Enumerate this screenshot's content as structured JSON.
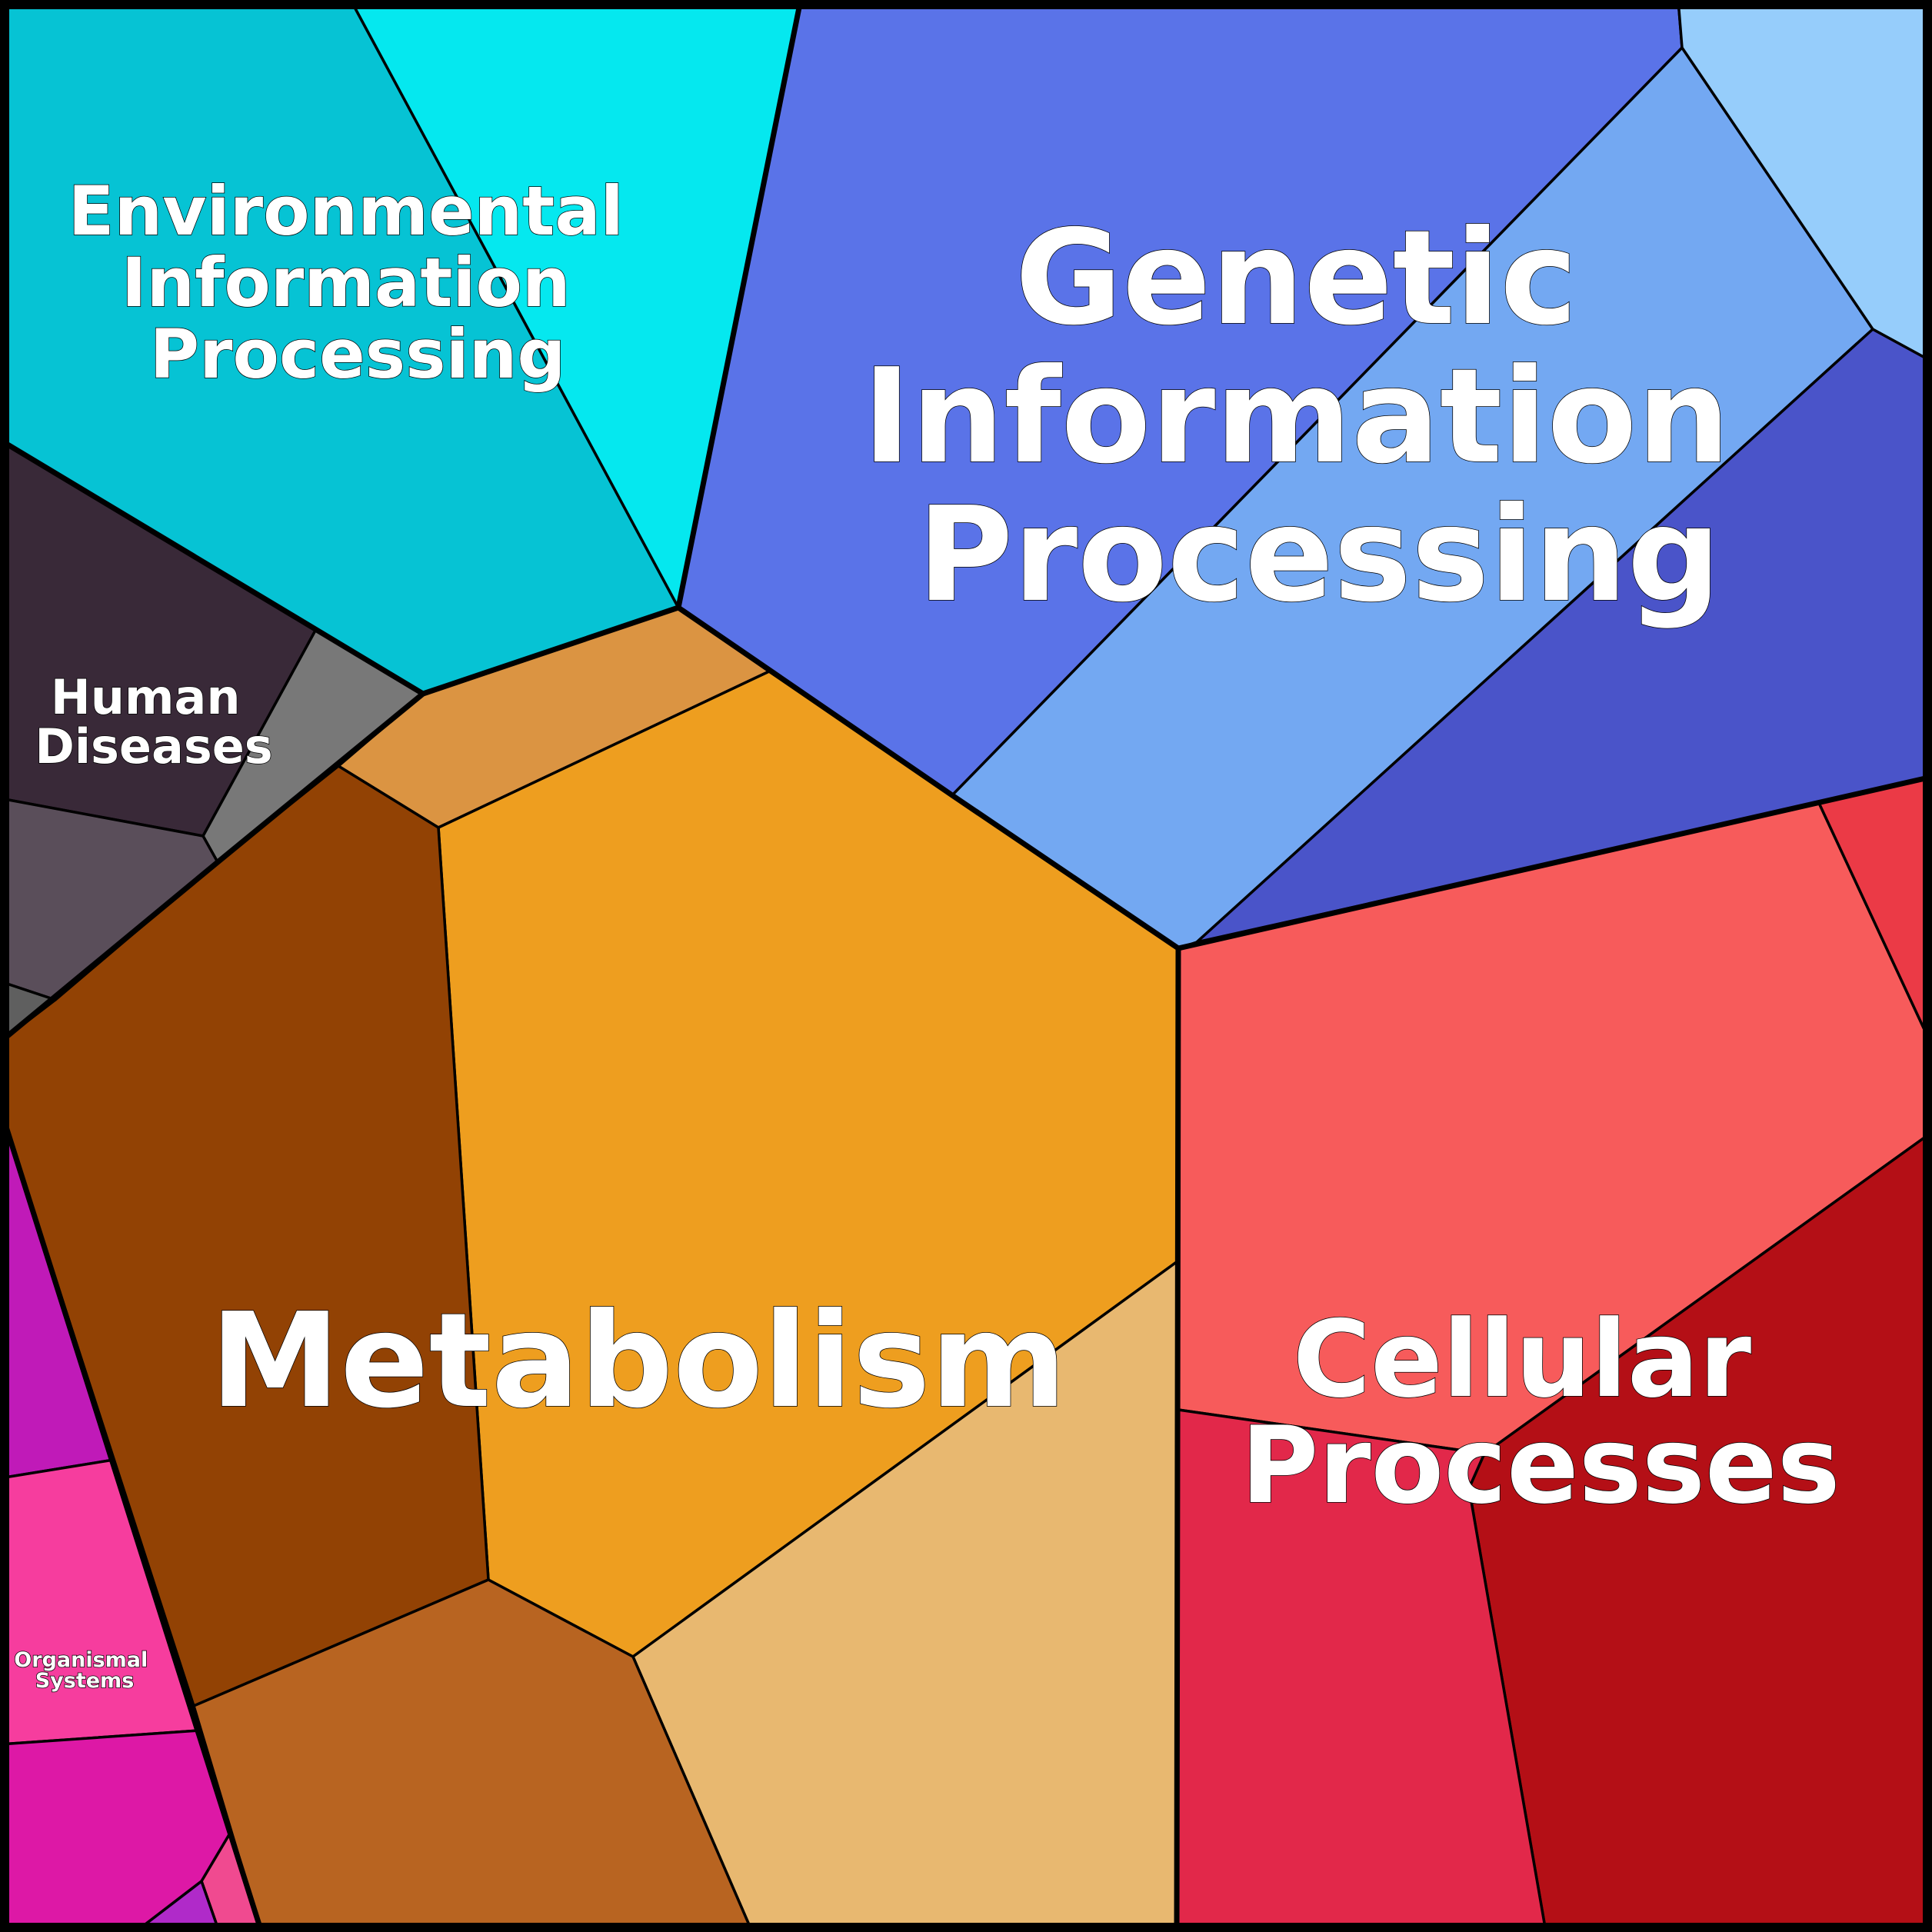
{
  "groups": [
    {
      "key": "genetic",
      "label": [
        "Genetic",
        "Information",
        "Processing"
      ]
    },
    {
      "key": "metabolism",
      "label": [
        "Metabolism"
      ]
    },
    {
      "key": "cellular",
      "label": [
        "Cellular",
        "Processes"
      ]
    },
    {
      "key": "environmental",
      "label": [
        "Environmental",
        "Information",
        "Processing"
      ]
    },
    {
      "key": "human",
      "label": [
        "Human",
        "Diseases"
      ]
    },
    {
      "key": "organismal",
      "label": [
        "Organismal",
        "Systems"
      ]
    }
  ],
  "cell_colors": {
    "env-a": "#06c3d4",
    "env-b": "#05e8ef",
    "gen-a": "#5a73e8",
    "gen-b": "#73a8f2",
    "gen-c": "#4a54c9",
    "gen-d": "#96cdfb",
    "met-a": "#db9442",
    "met-b": "#ee9e1f",
    "met-c": "#924204",
    "met-d": "#e8b870",
    "met-e": "#b86421",
    "cel-a": "#f75b5b",
    "cel-b": "#eb3a46",
    "cel-c": "#b40f16",
    "cel-d": "#e2284a",
    "hum-a": "#392938",
    "hum-b": "#787878",
    "hum-c": "#5a4e5a",
    "hum-d": "#5f5f5f",
    "org-a": "#c01ab8",
    "org-b": "#f63d9e",
    "org-c": "#dd18a6",
    "org-d": "#f04a90",
    "org-e": "#b02ac9"
  }
}
